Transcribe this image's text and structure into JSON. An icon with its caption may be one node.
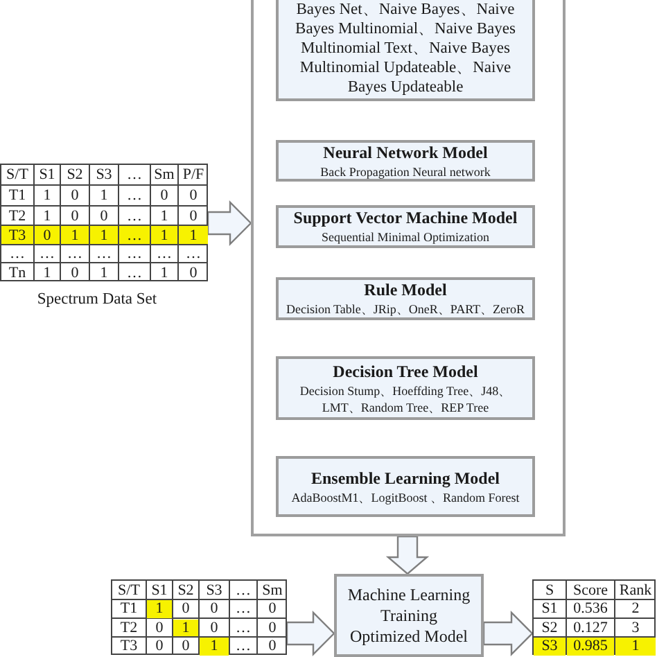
{
  "diagram": {
    "nodes": [
      {
        "text": [],
        "shape": "box"
      },
      {
        "text": [
          "Bayes Net、Naive Bayes、Naive Bayes Multinomial、Naive Bayes Multinomial Text、Naive Bayes Multinomial Updateable、Naive Bayes Updateable"
        ],
        "in": 0
      },
      {
        "text": [
          "Neural Network Model",
          "Back Propagation Neural network"
        ],
        "in": 0
      },
      {
        "text": [
          "Support Vector Machine Model",
          "Sequential Minimal Optimization"
        ],
        "in": 0
      },
      {
        "text": [
          "Rule Model",
          "Decision Table、JRip、OneR、PART、ZeroR"
        ],
        "in": 0
      },
      {
        "text": [
          "Decision Tree Model",
          "Decision Stump、Hoeffding Tree、J48、LMT、Random Tree、REP Tree"
        ],
        "in": 0
      },
      {
        "text": [
          "Ensemble Learning Model",
          "AdaBoostM1、LogitBoost 、Random Forest"
        ],
        "in": 0
      },
      {
        "text": [],
        "shape": "table",
        "beside": [
          "Spectrum Data Set"
        ]
      },
      {
        "text": [],
        "shape": "table"
      },
      {
        "text": [
          "Machine Learning Training Optimized Model"
        ]
      },
      {
        "text": [],
        "shape": "table"
      }
    ],
    "edges": [
      {
        "from": 7,
        "to": 0,
        "arrow": "to"
      },
      {
        "from": 0,
        "to": 9,
        "arrow": "to"
      },
      {
        "from": 8,
        "to": 9,
        "arrow": "to"
      },
      {
        "from": 9,
        "to": 10,
        "arrow": "to"
      }
    ],
    "labels": [
      "S/T",
      "S1",
      "S2",
      "S3",
      "…",
      "Sm",
      "P/F",
      "T1",
      "1",
      "0",
      "1",
      "…",
      "0",
      "0",
      "T2",
      "1",
      "0",
      "0",
      "…",
      "1",
      "0",
      "T3",
      "0",
      "1",
      "1",
      "…",
      "1",
      "1",
      "…",
      "…",
      "…",
      "…",
      "…",
      "…",
      "…",
      "Tn",
      "1",
      "0",
      "1",
      "…",
      "1",
      "0",
      "S/T",
      "S1",
      "S2",
      "S3",
      "…",
      "Sm",
      "T1",
      "1",
      "0",
      "0",
      "…",
      "0",
      "T2",
      "0",
      "1",
      "0",
      "…",
      "0",
      "T3",
      "0",
      "0",
      "1",
      "…",
      "0",
      "S",
      "Score",
      "Rank",
      "S1",
      "0.536",
      "2",
      "S2",
      "0.127",
      "3",
      "S3",
      "0.985",
      "1"
    ]
  }
}
